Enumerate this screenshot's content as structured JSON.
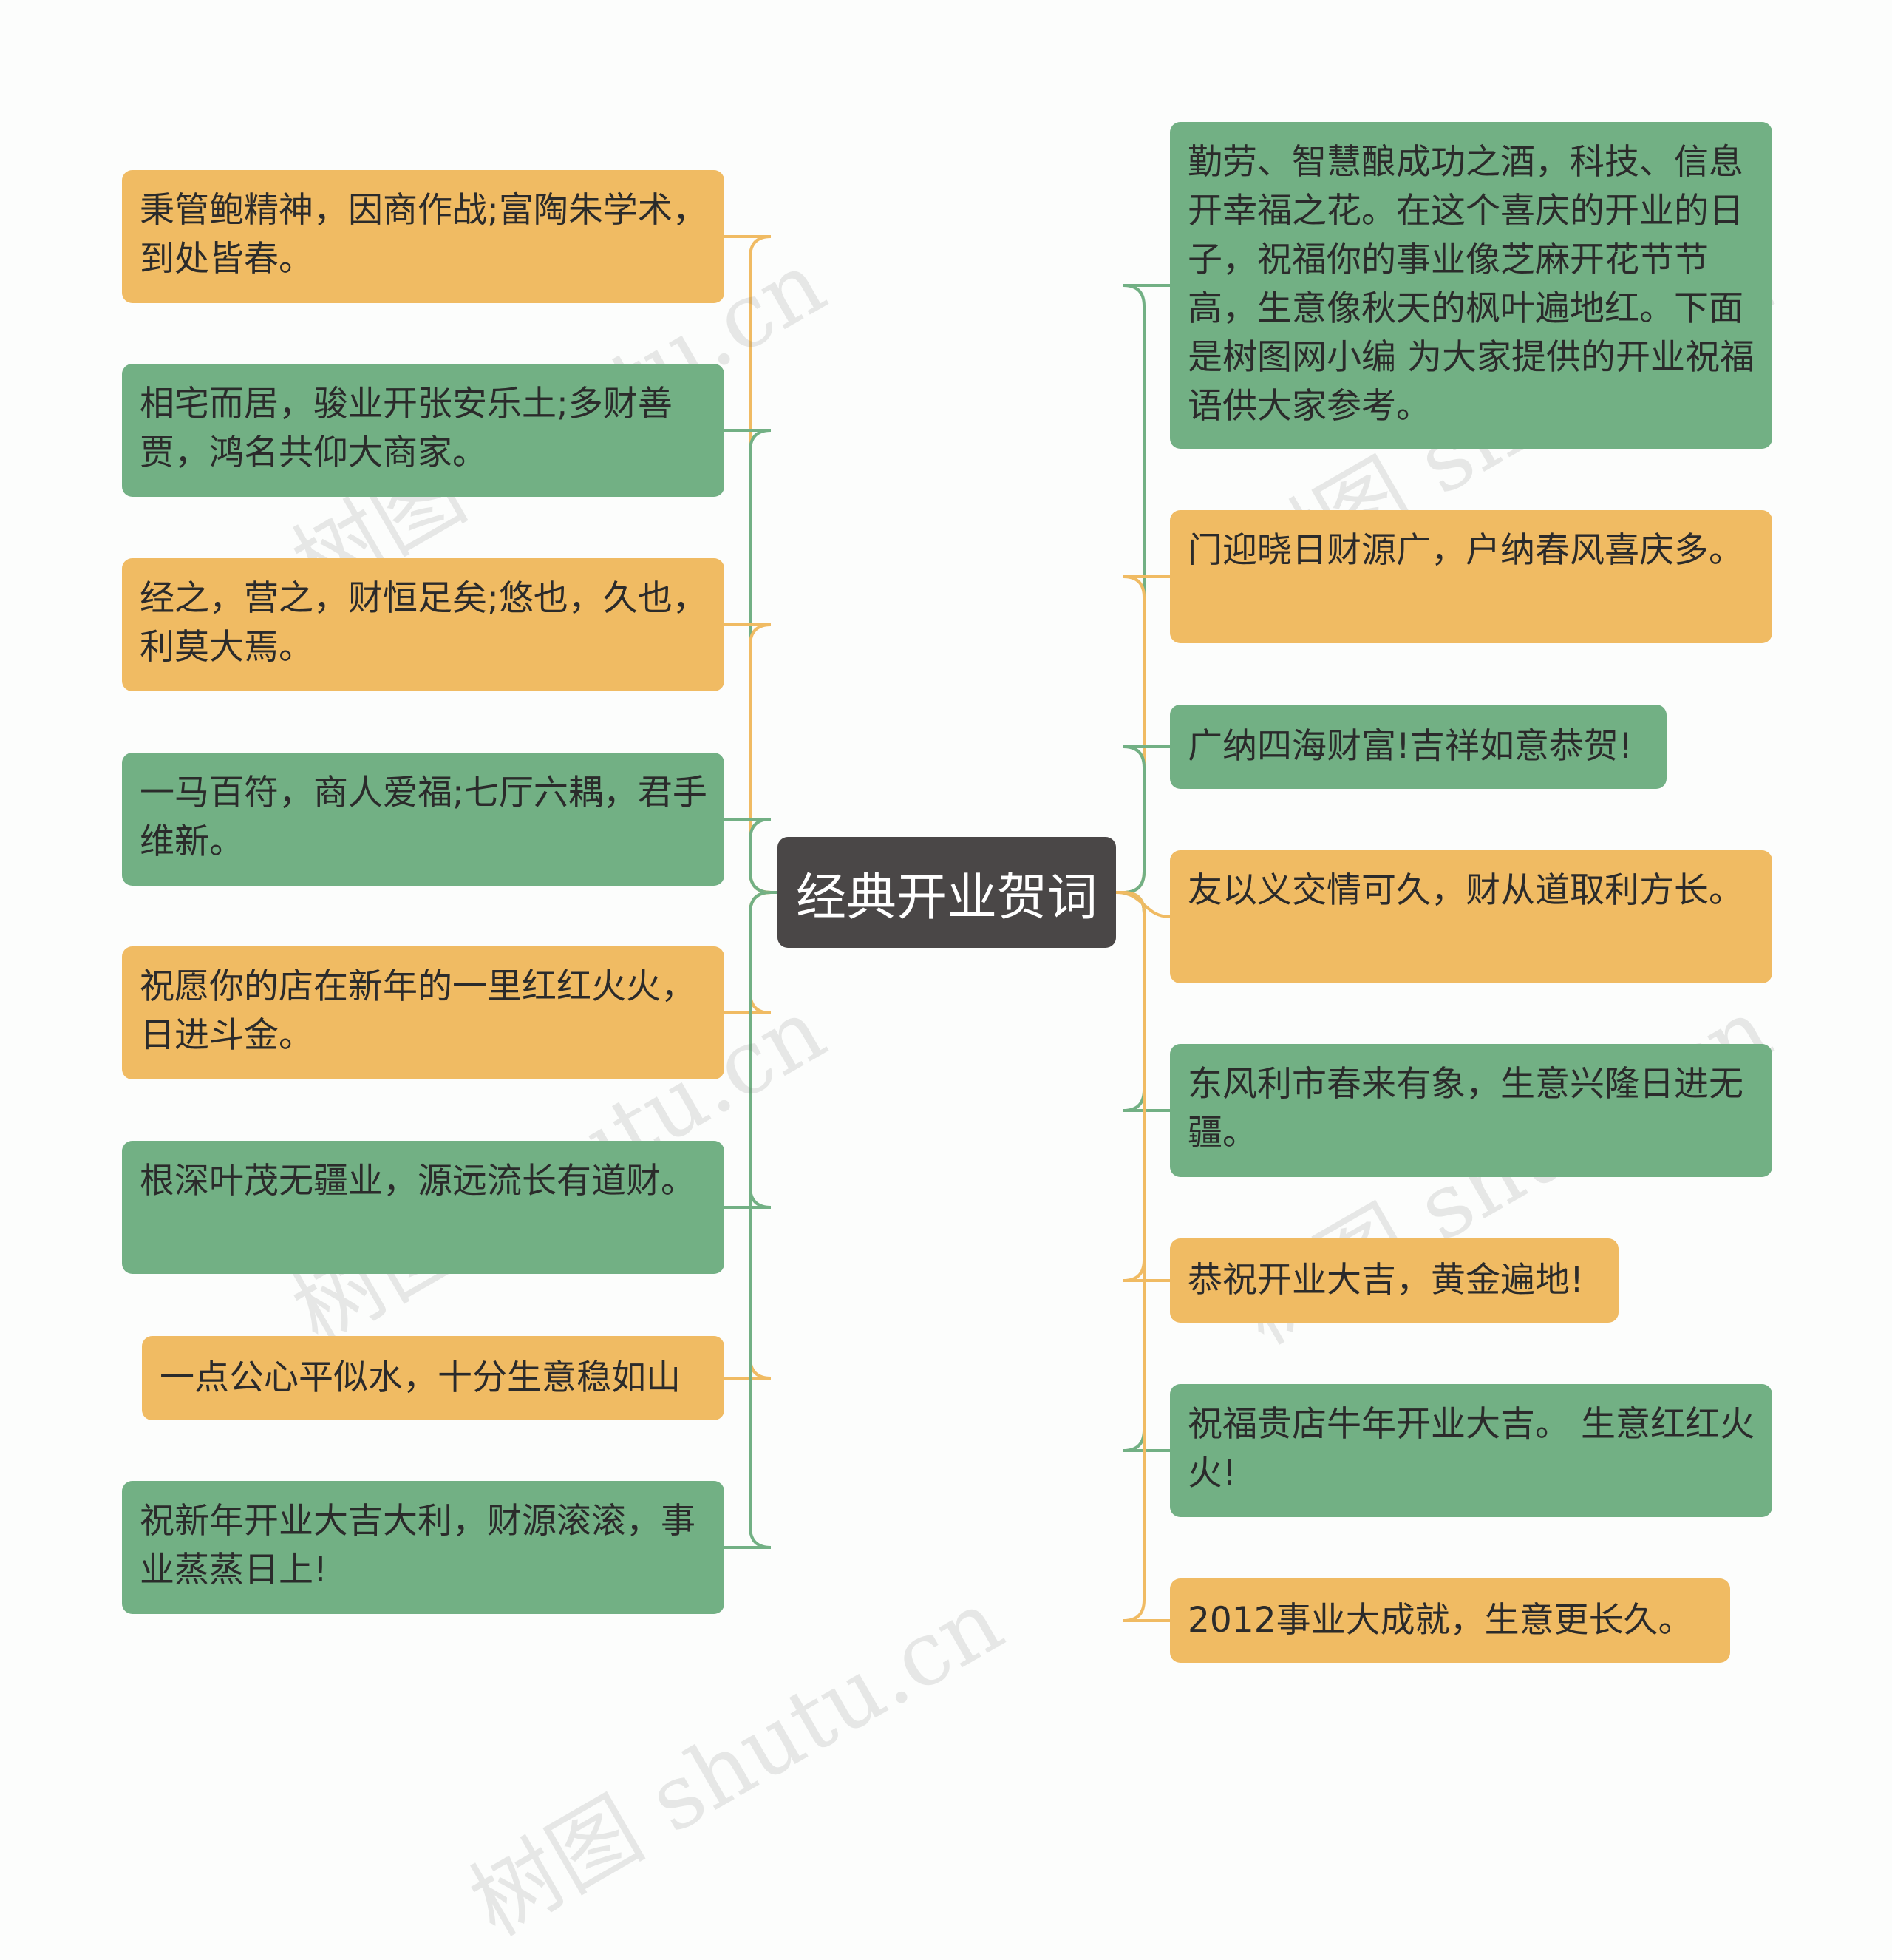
{
  "center": {
    "label": "经典开业贺词"
  },
  "colors": {
    "green": "#72b084",
    "orange": "#f0bb63",
    "center": "#4a4747",
    "line_green": "#72b084",
    "line_orange": "#f0bb63"
  },
  "left_nodes": [
    {
      "text": "秉管鲍精神，因商作战;富陶朱学术，到处皆春。",
      "color": "orange"
    },
    {
      "text": "相宅而居，骏业开张安乐土;多财善贾，鸿名共仰大商家。",
      "color": "green"
    },
    {
      "text": "经之，营之，财恒足矣;悠也，久也，利莫大焉。",
      "color": "orange"
    },
    {
      "text": "一马百符，商人爱福;七厅六耦，君手维新。",
      "color": "green"
    },
    {
      "text": "祝愿你的店在新年的一里红红火火，日进斗金。",
      "color": "orange"
    },
    {
      "text": "根深叶茂无疆业，源远流长有道财。",
      "color": "green"
    },
    {
      "text": "一点公心平似水，十分生意稳如山",
      "color": "orange"
    },
    {
      "text": "祝新年开业大吉大利，财源滚滚，事业蒸蒸日上!",
      "color": "green"
    }
  ],
  "right_nodes": [
    {
      "text": "勤劳、智慧酿成功之酒，科技、信息开幸福之花。在这个喜庆的开业的日子，祝福你的事业像芝麻开花节节高，生意像秋天的枫叶遍地红。下面是树图网小编 为大家提供的开业祝福语供大家参考。",
      "color": "green"
    },
    {
      "text": "门迎晓日财源广，户纳春风喜庆多。",
      "color": "orange"
    },
    {
      "text": "广纳四海财富!吉祥如意恭贺!",
      "color": "green"
    },
    {
      "text": "友以义交情可久，财从道取利方长。",
      "color": "orange"
    },
    {
      "text": "东风利市春来有象，生意兴隆日进无疆。",
      "color": "green"
    },
    {
      "text": "恭祝开业大吉，黄金遍地!",
      "color": "orange"
    },
    {
      "text": "祝福贵店牛年开业大吉。 生意红红火火!",
      "color": "green"
    },
    {
      "text": "2012事业大成就，生意更长久。",
      "color": "orange"
    }
  ],
  "watermark": "树图 shutu.cn"
}
